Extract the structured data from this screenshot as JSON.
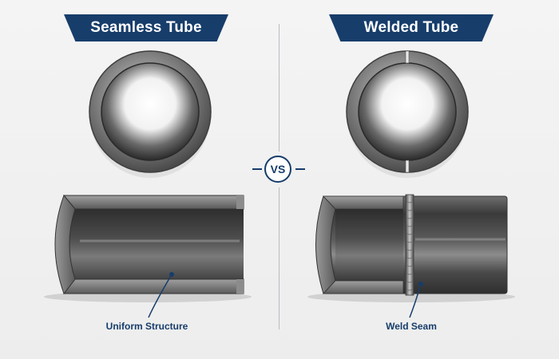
{
  "left": {
    "title": "Seamless Tube",
    "callout": "Uniform Structure"
  },
  "right": {
    "title": "Welded Tube",
    "callout": "Weld Seam"
  },
  "vs_label": "VS",
  "colors": {
    "banner": "#173d6b",
    "steel_dark": "#3a3a3a",
    "steel_mid": "#6d6d6d",
    "steel_light": "#b5b5b5",
    "background": "#f1f1f1"
  }
}
